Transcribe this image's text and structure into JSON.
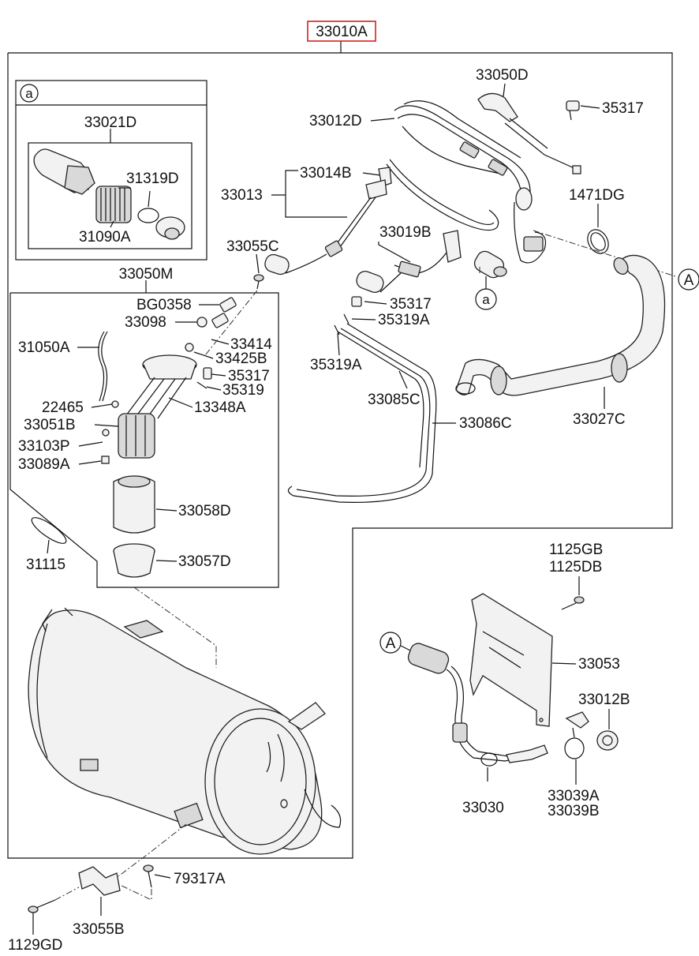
{
  "title_part": "33010A",
  "labels": {
    "p33021D": "33021D",
    "p31319D": "31319D",
    "p31090A": "31090A",
    "p33050M": "33050M",
    "pBG0358": "BG0358",
    "p33098": "33098",
    "p33414": "33414",
    "p31050A": "31050A",
    "p33425B": "33425B",
    "p35317a": "35317",
    "p35319a": "35319",
    "p22465": "22465",
    "p13348A": "13348A",
    "p33051B": "33051B",
    "p33103P": "33103P",
    "p33089A": "33089A",
    "p33058D": "33058D",
    "p31115": "31115",
    "p33057D": "33057D",
    "p33055C": "33055C",
    "p33050D": "33050D",
    "p35317b": "35317",
    "p33012D": "33012D",
    "p33014B": "33014B",
    "p33013": "33013",
    "p1471DG": "1471DG",
    "p33019B": "33019B",
    "p35317c": "35317",
    "p35319A": "35319A",
    "p35319A2": "35319A",
    "p33085C": "33085C",
    "p33086C": "33086C",
    "p33027C": "33027C",
    "p1125GB": "1125GB",
    "p1125DB": "1125DB",
    "p33053": "33053",
    "p33012B": "33012B",
    "p33030": "33030",
    "p33039A": "33039A",
    "p33039B": "33039B",
    "p79317A": "79317A",
    "p33055B": "33055B",
    "p1129GD": "1129GD"
  },
  "callouts": {
    "a_box": "a",
    "a_small": "a",
    "A_right": "A",
    "A_lower": "A"
  },
  "colors": {
    "highlight_box": "#d62020",
    "line": "#111111"
  }
}
